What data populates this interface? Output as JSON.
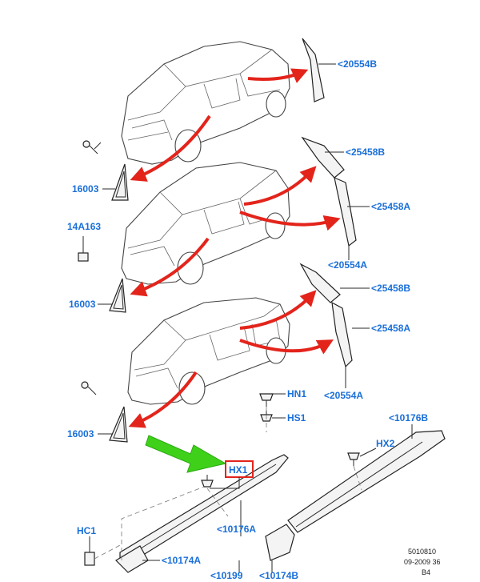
{
  "labels": {
    "l20554B": "<20554B",
    "l25458B_1": "<25458B",
    "l25458A_1": "<25458A",
    "l20554A_1": "<20554A",
    "l25458B_2": "<25458B",
    "l25458A_2": "<25458A",
    "l20554A_2": "<20554A",
    "l16003_1": "16003",
    "l16003_2": "16003",
    "l16003_3": "16003",
    "l14A163": "14A163",
    "lHN1": "HN1",
    "lHS1": "HS1",
    "lHX1": "HX1",
    "lHX2": "HX2",
    "lHC1": "HC1",
    "l10176B": "<10176B",
    "l10176A": "<10176A",
    "l10174A": "<10174A",
    "l10199": "<10199",
    "l10174B": "<10174B"
  },
  "footer": {
    "code": "5010810",
    "date": "09-2009 36",
    "rev": "B4"
  },
  "colors": {
    "label": "#1a6fd8",
    "arrow_red": "#e3241b",
    "arrow_green": "#3fd11a",
    "highlight_box": "#e3241b"
  }
}
